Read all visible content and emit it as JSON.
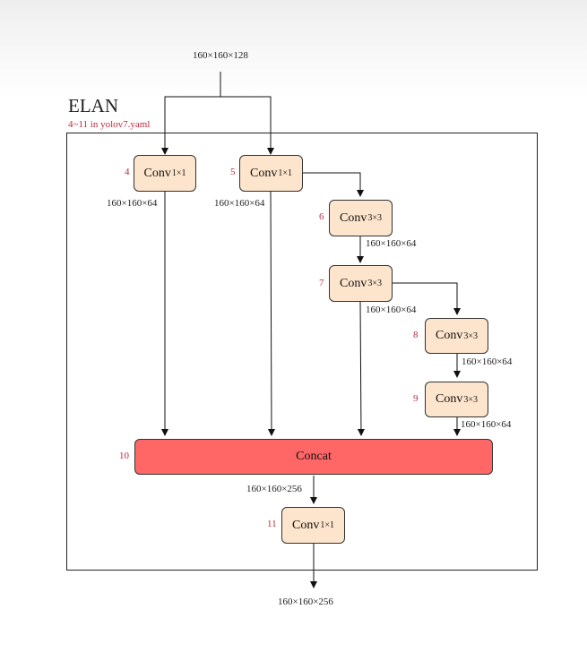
{
  "diagram": {
    "title": "ELAN",
    "subtitle": "4~11 in yolov7.yaml",
    "input_dim": "160×160×128",
    "output_dim": "160×160×256",
    "nodes": [
      {
        "index": "4",
        "op": "Conv",
        "kernel": "1×1",
        "out_dim": "160×160×64"
      },
      {
        "index": "5",
        "op": "Conv",
        "kernel": "1×1",
        "out_dim": "160×160×64"
      },
      {
        "index": "6",
        "op": "Conv",
        "kernel": "3×3",
        "out_dim": "160×160×64"
      },
      {
        "index": "7",
        "op": "Conv",
        "kernel": "3×3",
        "out_dim": "160×160×64"
      },
      {
        "index": "8",
        "op": "Conv",
        "kernel": "3×3",
        "out_dim": "160×160×64"
      },
      {
        "index": "9",
        "op": "Conv",
        "kernel": "3×3",
        "out_dim": "160×160×64"
      },
      {
        "index": "10",
        "op": "Concat",
        "kernel": "",
        "out_dim": "160×160×256"
      },
      {
        "index": "11",
        "op": "Conv",
        "kernel": "1×1",
        "out_dim": ""
      }
    ]
  }
}
